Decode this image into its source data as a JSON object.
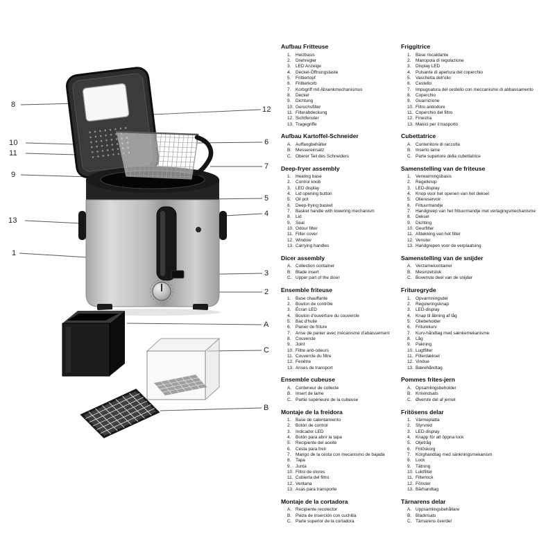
{
  "callouts": [
    "8",
    "10",
    "11",
    "9",
    "13",
    "1",
    "12",
    "6",
    "7",
    "5",
    "4",
    "3",
    "2",
    "A",
    "C",
    "B"
  ],
  "columns": [
    {
      "sections": [
        {
          "title": "Aufbau Fritteuse",
          "items": [
            [
              "1.",
              "Heizbasis"
            ],
            [
              "2.",
              "Drehregler"
            ],
            [
              "3.",
              "LED Anzeige"
            ],
            [
              "4.",
              "Deckel-Öffnungstaste"
            ],
            [
              "5.",
              "Frittiertopf"
            ],
            [
              "6.",
              "Frittierkorb"
            ],
            [
              "7.",
              "Korbgriff mit Absenkmechanismus"
            ],
            [
              "8.",
              "Deckel"
            ],
            [
              "9.",
              "Dichtung"
            ],
            [
              "10.",
              "Geruchsfilter"
            ],
            [
              "11.",
              "Filterabdeckung"
            ],
            [
              "12.",
              "Sichtfenster"
            ],
            [
              "13.",
              "Tragegriffe"
            ]
          ]
        },
        {
          "title": "Aufbau Kartoffel-Schneider",
          "items": [
            [
              "A.",
              "Auffangbehälter"
            ],
            [
              "B.",
              "Messereinsatz"
            ],
            [
              "C.",
              "Oberer Teil des Schneiders"
            ]
          ]
        },
        {
          "title": "Deep-fryer assembly",
          "items": [
            [
              "1.",
              "Heating base"
            ],
            [
              "2.",
              "Control knob"
            ],
            [
              "3.",
              "LED display"
            ],
            [
              "4.",
              "Lid opening button"
            ],
            [
              "5.",
              "Oil pot"
            ],
            [
              "6.",
              "Deep-frying basket"
            ],
            [
              "7.",
              "Basket handle with lowering mechanism"
            ],
            [
              "8.",
              "Lid"
            ],
            [
              "9.",
              "Seal"
            ],
            [
              "10.",
              "Odour filter"
            ],
            [
              "11.",
              "Filter cover"
            ],
            [
              "12.",
              "Window"
            ],
            [
              "13.",
              "Carrying handles"
            ]
          ]
        },
        {
          "title": "Dicer assembly",
          "items": [
            [
              "A.",
              "Collection container"
            ],
            [
              "B.",
              "Blade insert"
            ],
            [
              "C.",
              "Upper part of the dicer"
            ]
          ]
        },
        {
          "title": "Ensemble friteuse",
          "items": [
            [
              "1.",
              "Base chauffante"
            ],
            [
              "2.",
              "Bouton de contrôle"
            ],
            [
              "3.",
              "Écran LED"
            ],
            [
              "4.",
              "Bouton d'ouverture du couvercle"
            ],
            [
              "5.",
              "Bac d'huile"
            ],
            [
              "6.",
              "Panier de friture"
            ],
            [
              "7.",
              "Anse de panier avec mécanisme d'abaissement"
            ],
            [
              "8.",
              "Couvercle"
            ],
            [
              "9.",
              "Joint"
            ],
            [
              "10.",
              "Filtre anti-odeurs"
            ],
            [
              "11.",
              "Couvercle du filtre"
            ],
            [
              "12.",
              "Fenêtre"
            ],
            [
              "13.",
              "Anses de transport"
            ]
          ]
        },
        {
          "title": "Ensemble cubeuse",
          "items": [
            [
              "A.",
              "Conteneur de collecte"
            ],
            [
              "B.",
              "Insert de lame"
            ],
            [
              "C.",
              "Partie supérieure de la cubeuse"
            ]
          ]
        },
        {
          "title": "Montaje de la freidora",
          "items": [
            [
              "1.",
              "Base de calentamiento"
            ],
            [
              "2.",
              "Botón de control"
            ],
            [
              "3.",
              "Indicador LED"
            ],
            [
              "4.",
              "Botón para abrir la tapa"
            ],
            [
              "5.",
              "Recipiente del aceite"
            ],
            [
              "6.",
              "Cesta para freír"
            ],
            [
              "7.",
              "Mango de la cesta con mecanismo de bajada"
            ],
            [
              "8.",
              "Tapa"
            ],
            [
              "9.",
              "Junta"
            ],
            [
              "10.",
              "Filtro de olores"
            ],
            [
              "11.",
              "Cubierta del filtro"
            ],
            [
              "12.",
              "Ventana"
            ],
            [
              "13.",
              "Asas para transporte"
            ]
          ]
        },
        {
          "title": "Montaje de la cortadora",
          "items": [
            [
              "A.",
              "Recipiente recolector"
            ],
            [
              "B.",
              "Pieza de inserción con cuchilla"
            ],
            [
              "C.",
              "Parte superior de la cortadora"
            ]
          ]
        }
      ]
    },
    {
      "sections": [
        {
          "title": "Friggitrice",
          "items": [
            [
              "1.",
              "Base riscaldante"
            ],
            [
              "2.",
              "Manopola di regolazione"
            ],
            [
              "3.",
              "Display LED"
            ],
            [
              "4.",
              "Pulsante di apertura del coperchio"
            ],
            [
              "5.",
              "Vaschetta dell'olio"
            ],
            [
              "6.",
              "Cestello"
            ],
            [
              "7.",
              "Impugnatura del cestello con meccanismo di abbassamento"
            ],
            [
              "8.",
              "Coperchio"
            ],
            [
              "9.",
              "Guarnizione"
            ],
            [
              "10.",
              "Filtro antiodore"
            ],
            [
              "11.",
              "Coperchio del filtro"
            ],
            [
              "12.",
              "Finestra"
            ],
            [
              "13.",
              "Manici per il trasporto"
            ]
          ]
        },
        {
          "title": "Cubettatrice",
          "items": [
            [
              "A.",
              "Contenitore di raccolta"
            ],
            [
              "B.",
              "Inserto lame"
            ],
            [
              "C.",
              "Parte superiore della cubettatrice"
            ]
          ]
        },
        {
          "title": "Samenstelling van de friteuse",
          "items": [
            [
              "1.",
              "Verwarmingsbasis"
            ],
            [
              "2.",
              "Regelknop"
            ],
            [
              "3.",
              "LED-display"
            ],
            [
              "4.",
              "Knop voor het openen van het deksel"
            ],
            [
              "5.",
              "Oliereservoir"
            ],
            [
              "6.",
              "Frituurmandje"
            ],
            [
              "7.",
              "Handgreep van het frituurmandje met verlagingsmechanisme"
            ],
            [
              "8.",
              "Deksel"
            ],
            [
              "9.",
              "Dichting"
            ],
            [
              "10.",
              "Geurfilter"
            ],
            [
              "11.",
              "Afdekking van het filter"
            ],
            [
              "12.",
              "Venster"
            ],
            [
              "13.",
              "Handgrepen voor de verplaatsing"
            ]
          ]
        },
        {
          "title": "Samenstelling van de snijder",
          "items": [
            [
              "A.",
              "Verzamelcontainer"
            ],
            [
              "B.",
              "Mesinzetstuk"
            ],
            [
              "C.",
              "Bovenste deel van de snijder"
            ]
          ]
        },
        {
          "title": "Frituregryde",
          "items": [
            [
              "1.",
              "Opvarmningsdel"
            ],
            [
              "2.",
              "Reguleringsknap"
            ],
            [
              "3.",
              "LED-display"
            ],
            [
              "4.",
              "Knap til åbning af låg"
            ],
            [
              "5.",
              "Oliebeholder"
            ],
            [
              "6.",
              "Friturekurv"
            ],
            [
              "7.",
              "Kurv-håndtag med sænkemekanisme"
            ],
            [
              "8.",
              "Låg"
            ],
            [
              "9.",
              "Pakning"
            ],
            [
              "10.",
              "Lugtfilter"
            ],
            [
              "11.",
              "Filterdæksel"
            ],
            [
              "12.",
              "Vindue"
            ],
            [
              "13.",
              "Bærehåndtag"
            ]
          ]
        },
        {
          "title": "Pommes frites-jern",
          "items": [
            [
              "A.",
              "Opsamlingsbeholder"
            ],
            [
              "B.",
              "Knivindsats"
            ],
            [
              "C.",
              "Øverste del af jernet"
            ]
          ]
        },
        {
          "title": "Fritösens delar",
          "items": [
            [
              "1.",
              "Värmeplatta"
            ],
            [
              "2.",
              "Styrvred"
            ],
            [
              "3.",
              "LED-display"
            ],
            [
              "4.",
              "Knapp för att öppna lock"
            ],
            [
              "5.",
              "Oljetråg"
            ],
            [
              "6.",
              "Fritöskorg"
            ],
            [
              "7.",
              "Korghandtag med sänkningsmekanism"
            ],
            [
              "8.",
              "Lock"
            ],
            [
              "9.",
              "Tätning"
            ],
            [
              "10.",
              "Luktfilter"
            ],
            [
              "11.",
              "Filterlock"
            ],
            [
              "12.",
              "Fönster"
            ],
            [
              "13.",
              "Bärhandtag"
            ]
          ]
        },
        {
          "title": "Tärnarens delar",
          "items": [
            [
              "A.",
              "Uppsamlingsbehållare"
            ],
            [
              "B.",
              "Bladinsats"
            ],
            [
              "C.",
              "Tärnarens överdel"
            ]
          ]
        }
      ]
    }
  ]
}
